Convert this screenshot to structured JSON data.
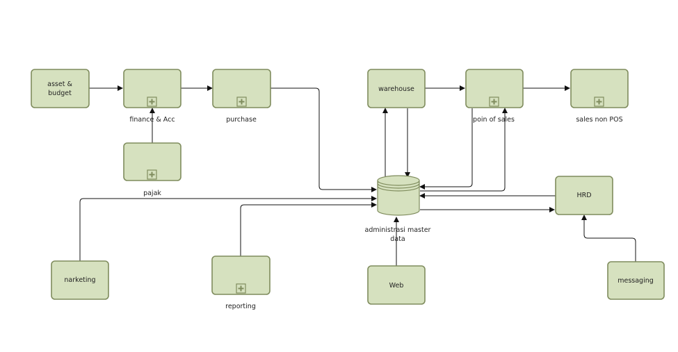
{
  "diagram": {
    "nodes": {
      "asset_budget": {
        "line1": "asset &",
        "line2": "budget"
      },
      "finance": {
        "label": "finance & Acc",
        "icon": "subprocess-plus-icon"
      },
      "purchase": {
        "label": "purchase",
        "icon": "subprocess-plus-icon"
      },
      "pajak": {
        "label": "pajak",
        "icon": "subprocess-plus-icon"
      },
      "warehouse": {
        "label": "warehouse"
      },
      "pos": {
        "label": "poin of sales",
        "icon": "subprocess-plus-icon"
      },
      "sales_non_pos": {
        "label": "sales non POS",
        "icon": "subprocess-plus-icon"
      },
      "hrd": {
        "label": "HRD"
      },
      "marketing": {
        "label": "narketing"
      },
      "reporting": {
        "label": "reporting",
        "icon": "subprocess-plus-icon"
      },
      "web": {
        "label": "Web"
      },
      "messaging": {
        "label": "messaging"
      },
      "database": {
        "line1": "administrasi master",
        "line2": "data",
        "icon": "database-cylinder-icon"
      }
    },
    "colors": {
      "fill": "#d6e1bf",
      "stroke": "#7f8c5d",
      "line": "#111111"
    }
  }
}
